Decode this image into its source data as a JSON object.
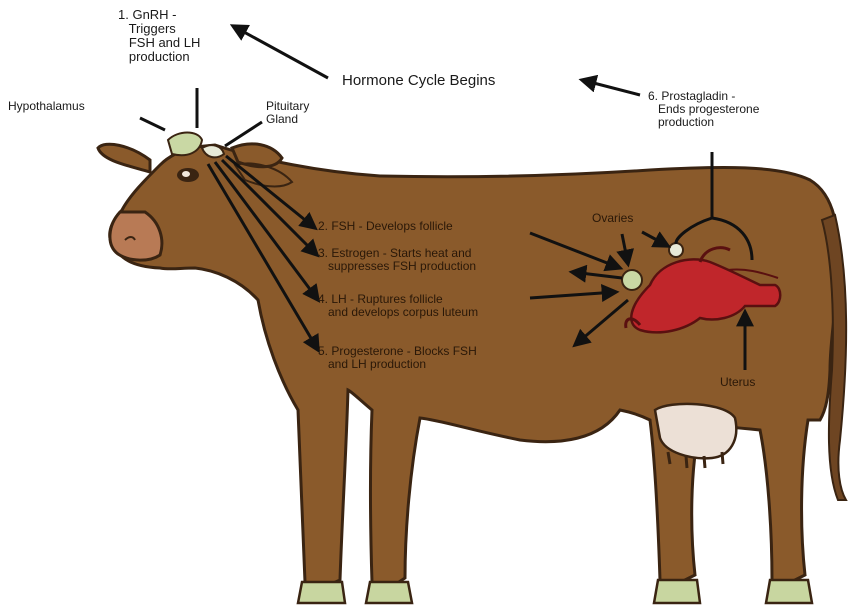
{
  "labels": {
    "gnrh": "1. GnRH -\n   Triggers\n   FSH and LH\n   production",
    "title": "Hormone Cycle Begins",
    "prostaglandin": "6. Prostagladin -\n   Ends progesterone\n   production",
    "hypothalamus": "Hypothalamus",
    "pituitary": "Pituitary\nGland",
    "ovaries": "Ovaries",
    "uterus": "Uterus",
    "fsh": "2. FSH - Develops follicle",
    "estrogen": "3. Estrogen - Starts heat and\n   suppresses FSH production",
    "lh": "4. LH - Ruptures follicle\n   and develops corpus luteum",
    "progesterone": "5. Progesterone - Blocks FSH\n   and LH production"
  },
  "colors": {
    "body": "#8a5a2b",
    "outline": "#3a2412",
    "hoof": "#c8d6a0",
    "udder": "#ece0d6",
    "organ": "#c0262b",
    "gland": "#c9d8a4",
    "text": "#1a1a1a"
  }
}
